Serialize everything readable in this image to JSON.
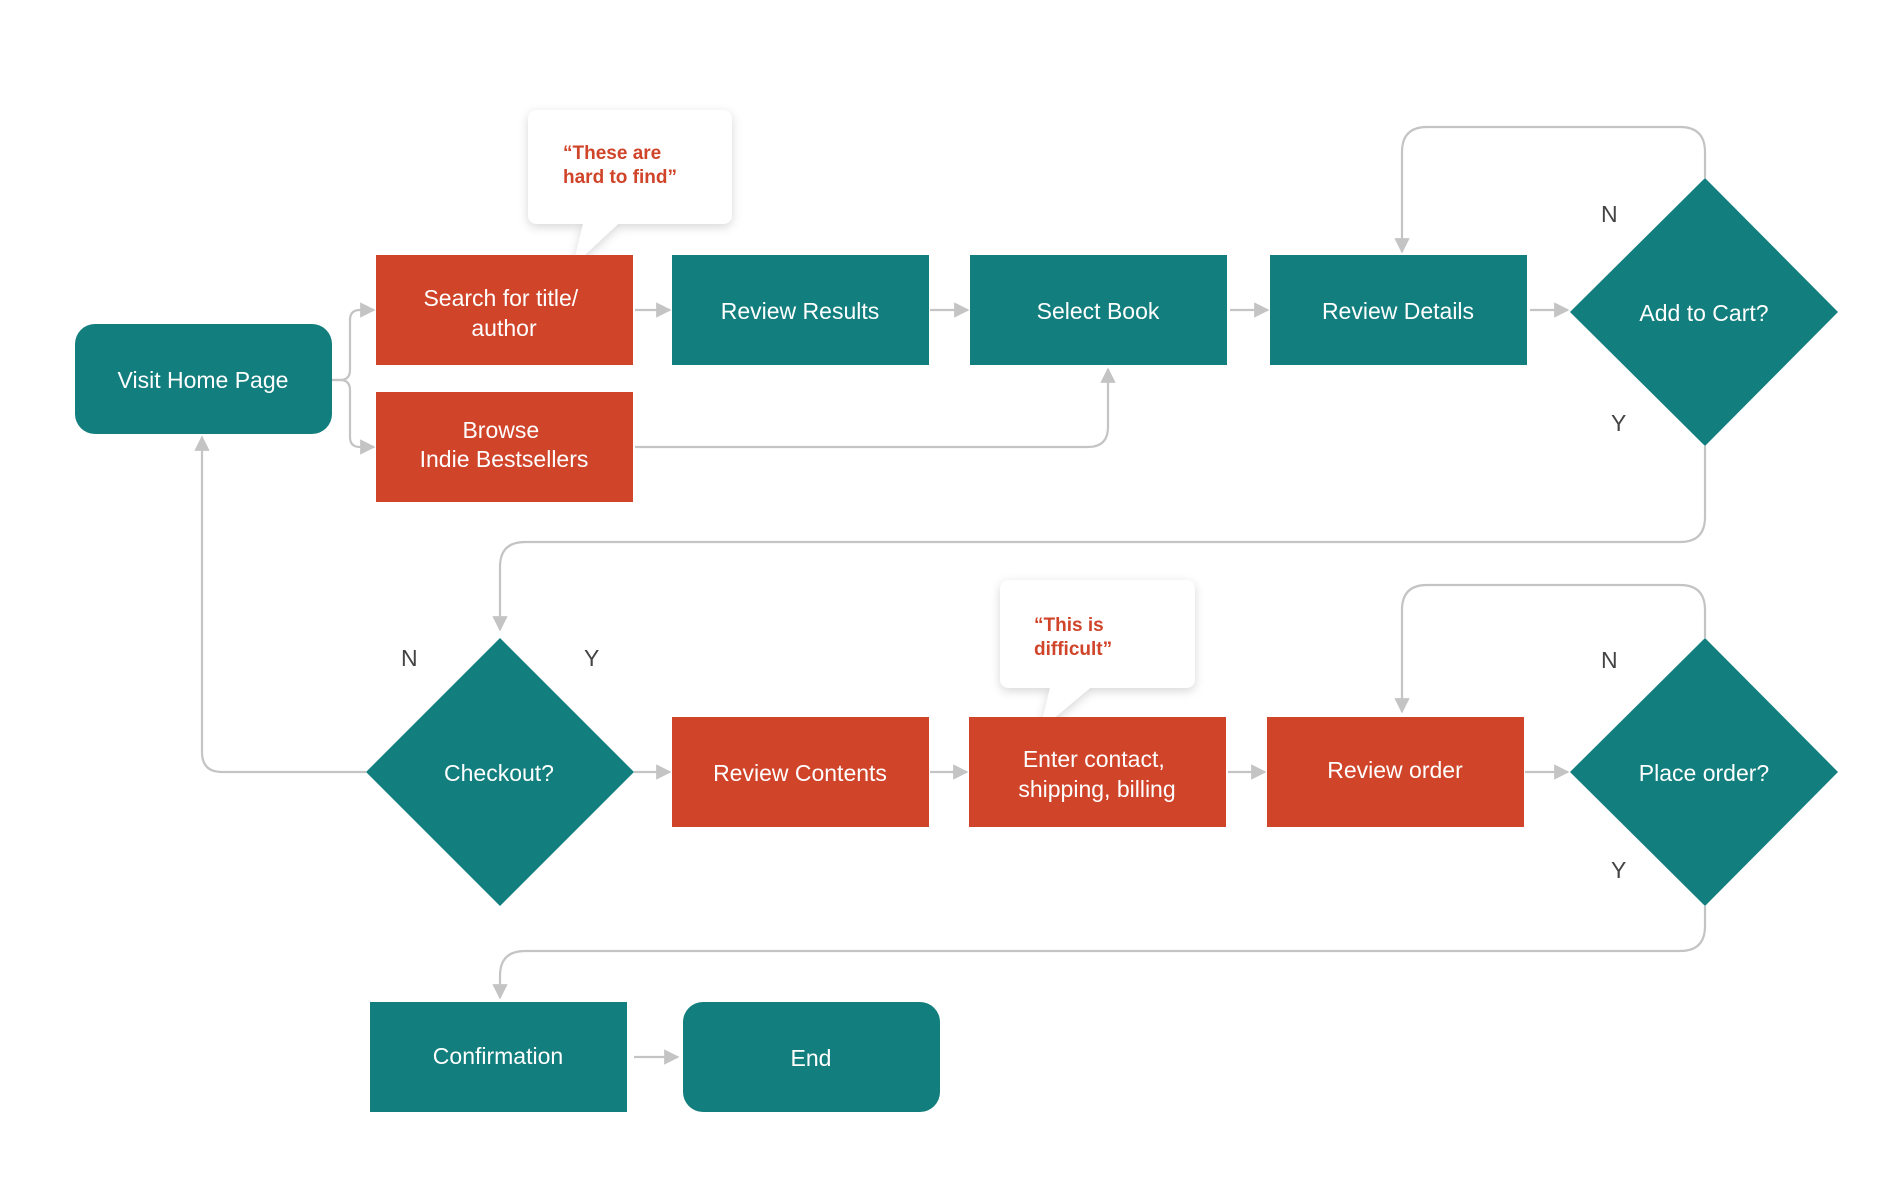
{
  "colors": {
    "teal": "#137e7e",
    "orange": "#d0442a",
    "connector": "#c4c4c4",
    "callout_text": "#d0442a",
    "branch_text": "#444444",
    "node_text": "#ffffff"
  },
  "nodes": {
    "visit_home": {
      "label": [
        "Visit Home Page"
      ]
    },
    "search": {
      "label": [
        "Search for title/",
        "author"
      ]
    },
    "browse": {
      "label": [
        "Browse",
        "Indie Bestsellers"
      ]
    },
    "review_results": {
      "label": [
        "Review Results"
      ]
    },
    "select_book": {
      "label": [
        "Select Book"
      ]
    },
    "review_details": {
      "label": [
        "Review Details"
      ]
    },
    "add_to_cart": {
      "label": [
        "Add to Cart?"
      ]
    },
    "checkout": {
      "label": [
        "Checkout?"
      ]
    },
    "review_contents": {
      "label": [
        "Review Contents"
      ]
    },
    "enter_contact": {
      "label": [
        "Enter contact,",
        "shipping, billing"
      ]
    },
    "review_order": {
      "label": [
        "Review order"
      ]
    },
    "place_order": {
      "label": [
        "Place order?"
      ]
    },
    "confirmation": {
      "label": [
        "Confirmation"
      ]
    },
    "end": {
      "label": [
        "End"
      ]
    }
  },
  "callouts": {
    "search_note": {
      "lines": [
        "“These are",
        "hard to find”"
      ]
    },
    "contact_note": {
      "lines": [
        "“This is",
        "difficult”"
      ]
    }
  },
  "branch_labels": {
    "add_to_cart_no": "N",
    "add_to_cart_yes": "Y",
    "checkout_no": "N",
    "checkout_yes": "Y",
    "place_order_no": "N",
    "place_order_yes": "Y"
  }
}
